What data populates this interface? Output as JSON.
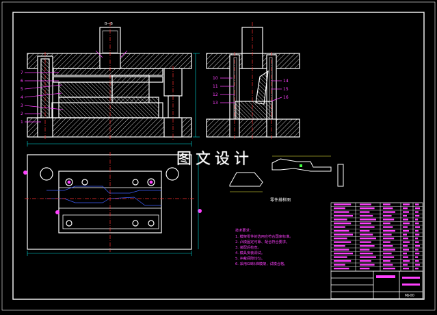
{
  "watermark": "图文设计",
  "top_label": "B—B",
  "sub_caption": "零件排样图",
  "notes": {
    "title": "技术要求：",
    "items": [
      "1. 模架零件的选用应符合国家标准。",
      "2. 凸模固定可靠、配合符合要求。",
      "3. 装配后检查。",
      "4. 模具安装调试。",
      "5. 冲裁间隙均匀。",
      "6. 采用GB标准模架，试模合格。"
    ]
  },
  "part_numbers_left": [
    "7",
    "6",
    "5",
    "4",
    "3",
    "2",
    "1"
  ],
  "part_numbers_right": [
    "10",
    "11",
    "12",
    "13",
    "14",
    "15",
    "16"
  ],
  "title_block_code": "MJ-00",
  "colors": {
    "line": "#ffffff",
    "hatch": "#ffffff",
    "center": "#ff3030",
    "dim": "#00e0e0",
    "leader": "#ff40ff",
    "title": "#ff40ff",
    "yellow": "#ffff40",
    "blue": "#4060ff",
    "green": "#40ff40"
  }
}
